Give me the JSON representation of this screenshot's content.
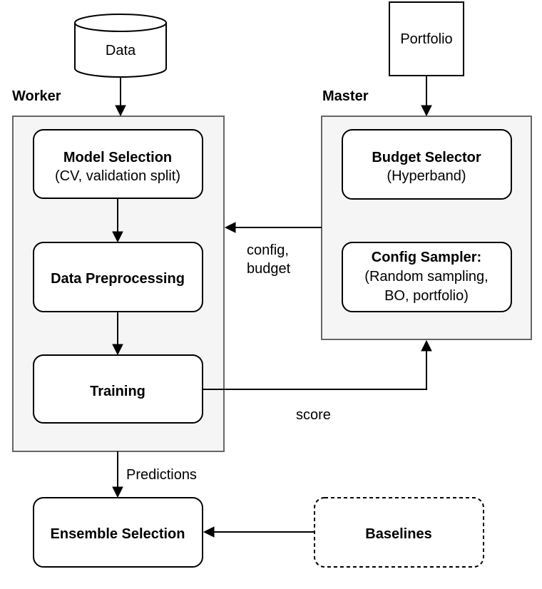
{
  "nodes": {
    "data": "Data",
    "portfolio": "Portfolio",
    "model_selection": {
      "title": "Model Selection",
      "subtitle": "(CV, validation split)"
    },
    "data_preprocessing": "Data Preprocessing",
    "training": "Training",
    "budget_selector": {
      "title": "Budget Selector",
      "subtitle": "(Hyperband)"
    },
    "config_sampler": {
      "title": "Config Sampler:",
      "line1": "(Random sampling,",
      "line2": "BO, portfolio)"
    },
    "ensemble_selection": "Ensemble Selection",
    "baselines": "Baselines"
  },
  "groups": {
    "worker": "Worker",
    "master": "Master"
  },
  "edge_labels": {
    "config_line1": "config,",
    "config_line2": "budget",
    "score": "score",
    "predictions": "Predictions"
  }
}
